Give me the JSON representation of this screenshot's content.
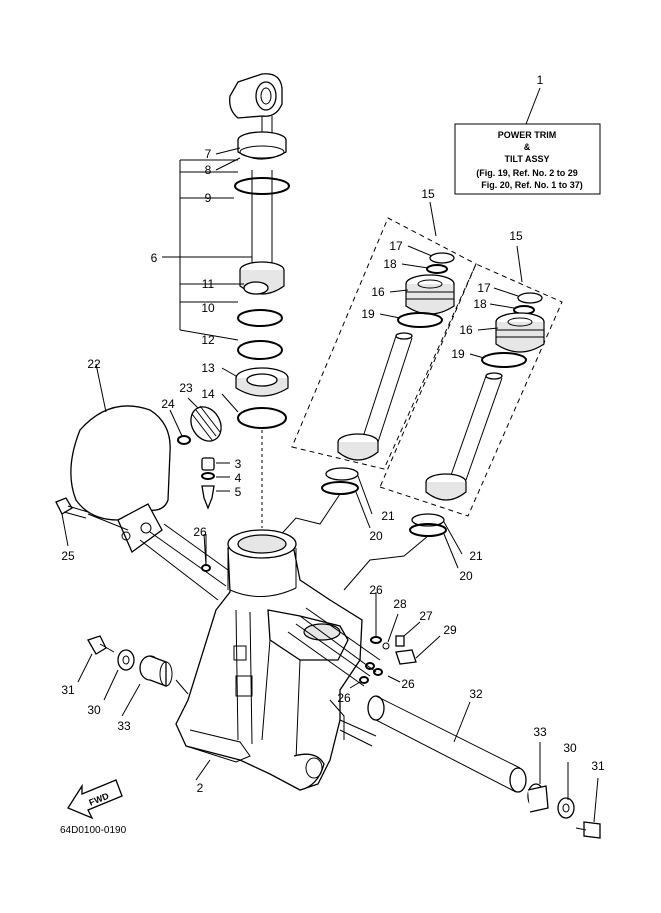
{
  "callouts": [
    {
      "id": "c1",
      "label": "1"
    },
    {
      "id": "c2",
      "label": "2"
    },
    {
      "id": "c3",
      "label": "3"
    },
    {
      "id": "c4",
      "label": "4"
    },
    {
      "id": "c5",
      "label": "5"
    },
    {
      "id": "c6",
      "label": "6"
    },
    {
      "id": "c7",
      "label": "7"
    },
    {
      "id": "c8",
      "label": "8"
    },
    {
      "id": "c9",
      "label": "9"
    },
    {
      "id": "c10",
      "label": "10"
    },
    {
      "id": "c11",
      "label": "11"
    },
    {
      "id": "c12",
      "label": "12"
    },
    {
      "id": "c13",
      "label": "13"
    },
    {
      "id": "c14",
      "label": "14"
    },
    {
      "id": "c15a",
      "label": "15"
    },
    {
      "id": "c15b",
      "label": "15"
    },
    {
      "id": "c16a",
      "label": "16"
    },
    {
      "id": "c16b",
      "label": "16"
    },
    {
      "id": "c17a",
      "label": "17"
    },
    {
      "id": "c17b",
      "label": "17"
    },
    {
      "id": "c18a",
      "label": "18"
    },
    {
      "id": "c18b",
      "label": "18"
    },
    {
      "id": "c19a",
      "label": "19"
    },
    {
      "id": "c19b",
      "label": "19"
    },
    {
      "id": "c20a",
      "label": "20"
    },
    {
      "id": "c20b",
      "label": "20"
    },
    {
      "id": "c21a",
      "label": "21"
    },
    {
      "id": "c21b",
      "label": "21"
    },
    {
      "id": "c22",
      "label": "22"
    },
    {
      "id": "c23",
      "label": "23"
    },
    {
      "id": "c24",
      "label": "24"
    },
    {
      "id": "c25",
      "label": "25"
    },
    {
      "id": "c26a",
      "label": "26"
    },
    {
      "id": "c26b",
      "label": "26"
    },
    {
      "id": "c26c",
      "label": "26"
    },
    {
      "id": "c26d",
      "label": "26"
    },
    {
      "id": "c27",
      "label": "27"
    },
    {
      "id": "c28",
      "label": "28"
    },
    {
      "id": "c29",
      "label": "29"
    },
    {
      "id": "c30a",
      "label": "30"
    },
    {
      "id": "c30b",
      "label": "30"
    },
    {
      "id": "c31a",
      "label": "31"
    },
    {
      "id": "c31b",
      "label": "31"
    },
    {
      "id": "c32",
      "label": "32"
    },
    {
      "id": "c33a",
      "label": "33"
    },
    {
      "id": "c33b",
      "label": "33"
    }
  ],
  "info_box": {
    "line1": "POWER TRIM",
    "line2": "&",
    "line3": "TILT ASSY",
    "line4": "(Fig. 19, Ref. No. 2 to 29",
    "line5": "Fig. 20, Ref. No. 1 to 37)"
  },
  "fwd_label": "FWD",
  "drawing_code": "64D0100-0190"
}
